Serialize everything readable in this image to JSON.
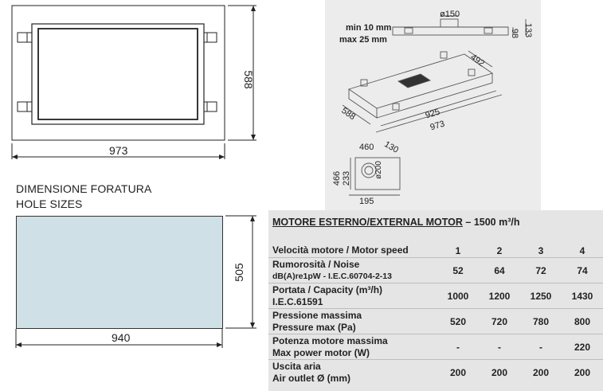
{
  "top_view": {
    "width": "973",
    "height": "588"
  },
  "iso_view": {
    "min_label": "min 10 mm",
    "max_label": "max 25 mm",
    "diameter": "ø150",
    "dim_98": "98",
    "dim_133": "133",
    "dim_492": "492",
    "dim_588": "588",
    "dim_925": "925",
    "dim_973": "973"
  },
  "motor_view": {
    "dim_460": "460",
    "dim_130": "130",
    "dim_466": "466",
    "dim_233": "233",
    "dim_200": "ø200",
    "dim_195": "195"
  },
  "hole": {
    "title_line1": "DIMENSIONE FORATURA",
    "title_line2": "HOLE SIZES",
    "width": "940",
    "height": "505",
    "fill_color": "#cfe0e6"
  },
  "spec_table": {
    "title_underlined": "MOTORE ESTERNO/EXTERNAL MOTOR",
    "title_rest": " – 1500 m³/h",
    "rows": [
      {
        "label1": "Velocità motore / Motor speed",
        "label2": "",
        "values": [
          "1",
          "2",
          "3",
          "4"
        ]
      },
      {
        "label1": "Rumorosità / Noise",
        "label2": "dB(A)re1pW - I.E.C.60704-2-13",
        "values": [
          "52",
          "64",
          "72",
          "74"
        ]
      },
      {
        "label1": "Portata / Capacity (m³/h)",
        "label2": "I.E.C.61591",
        "values": [
          "1000",
          "1200",
          "1250",
          "1430"
        ]
      },
      {
        "label1": "Pressione massima",
        "label2": "Pressure max (Pa)",
        "values": [
          "520",
          "720",
          "780",
          "800"
        ]
      },
      {
        "label1": "Potenza motore massima",
        "label2": "Max power motor (W)",
        "values": [
          "-",
          "-",
          "-",
          "220"
        ]
      },
      {
        "label1": "Uscita aria",
        "label2": "Air outlet Ø (mm)",
        "values": [
          "200",
          "200",
          "200",
          "200"
        ]
      }
    ]
  }
}
